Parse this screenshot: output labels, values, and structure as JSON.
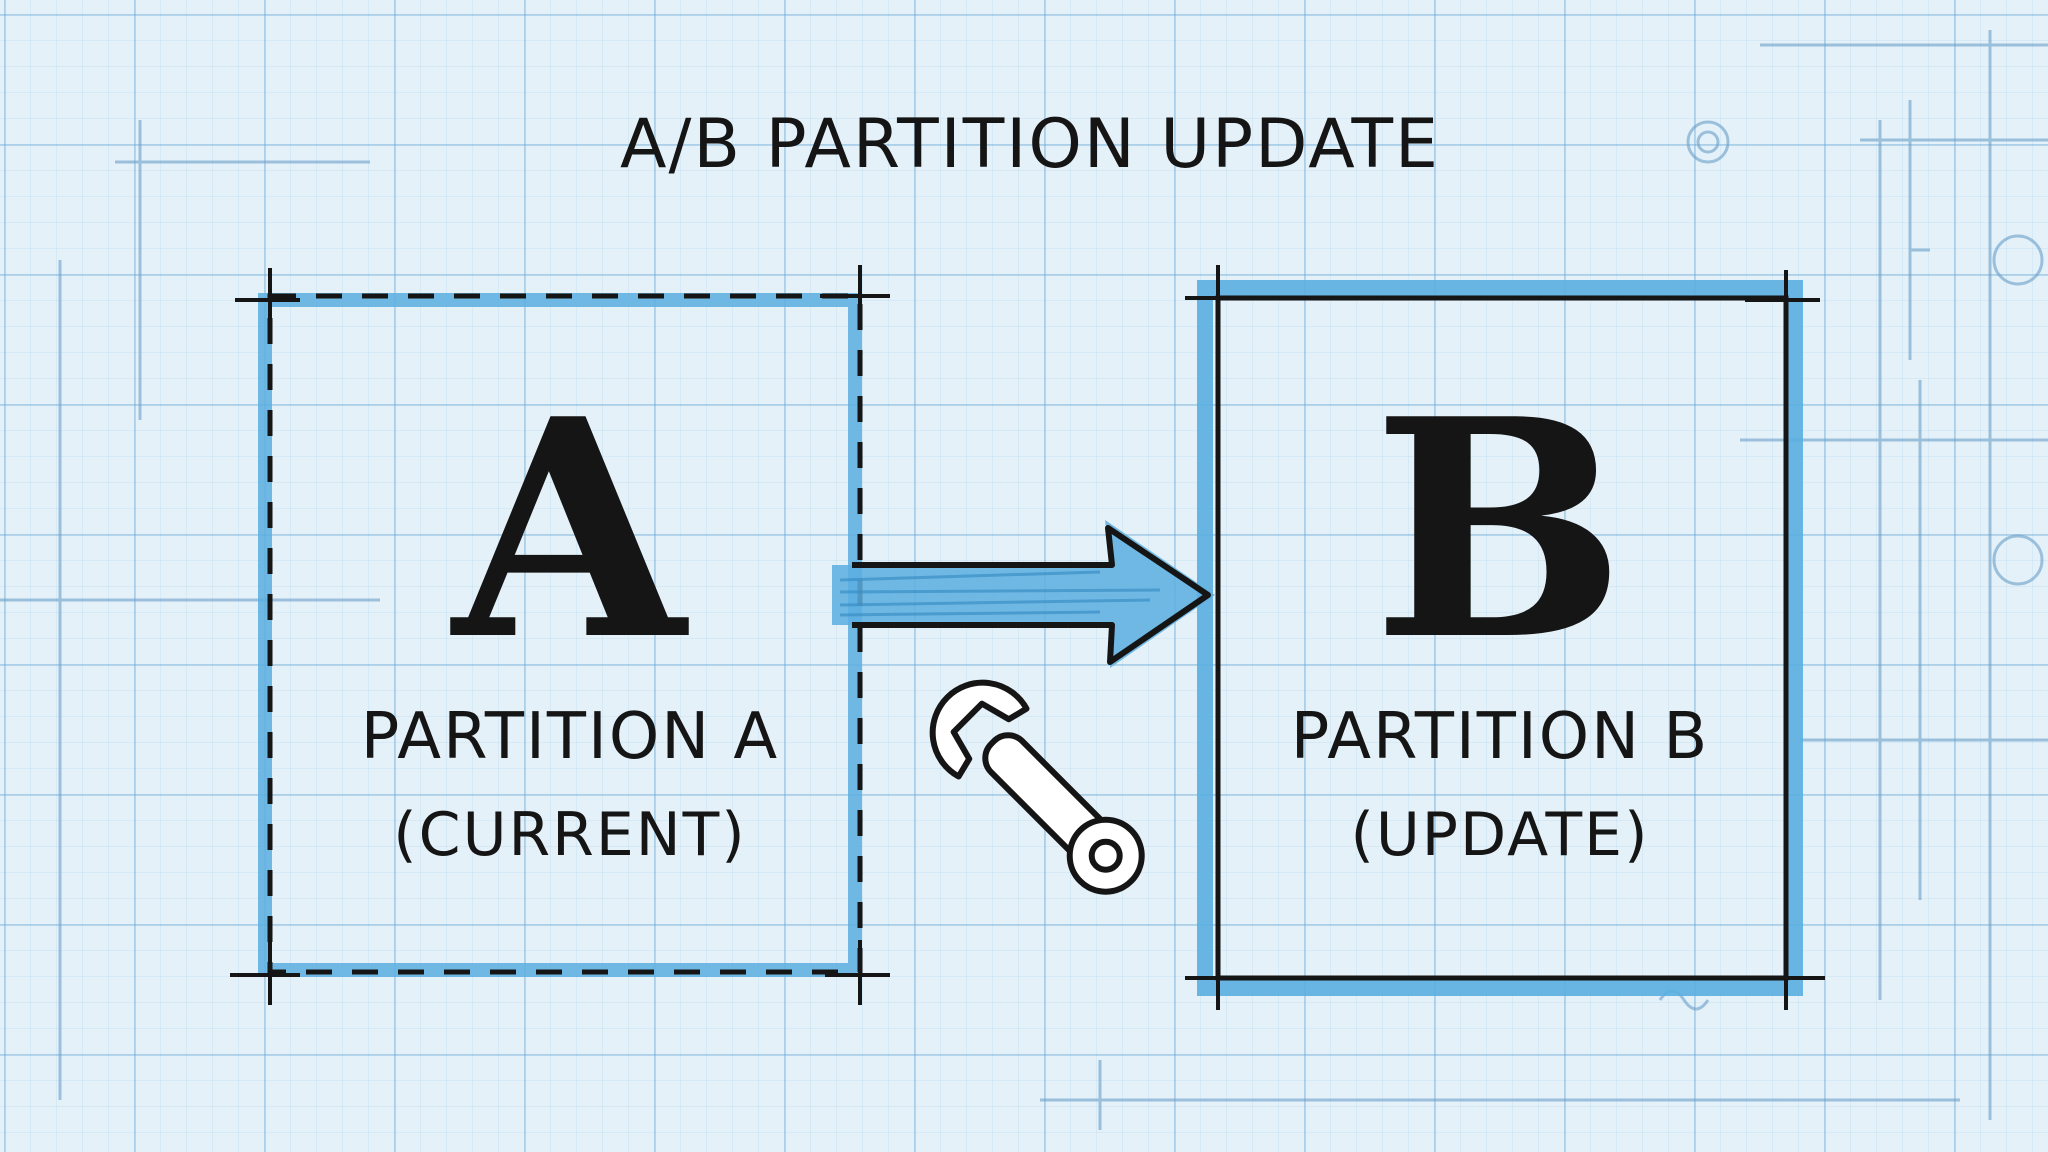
{
  "diagram": {
    "title": "A/B PARTITION UPDATE",
    "partition_a": {
      "letter": "A",
      "name": "PARTITION A",
      "status": "(CURRENT)"
    },
    "partition_b": {
      "letter": "B",
      "name": "PARTITION B",
      "status": "(UPDATE)"
    }
  },
  "colors": {
    "paper": "#e4f1f9",
    "blueprint_blue": "#5aaee0",
    "ink": "#151515"
  },
  "icons": [
    "wrench-icon",
    "arrow-right-icon"
  ]
}
